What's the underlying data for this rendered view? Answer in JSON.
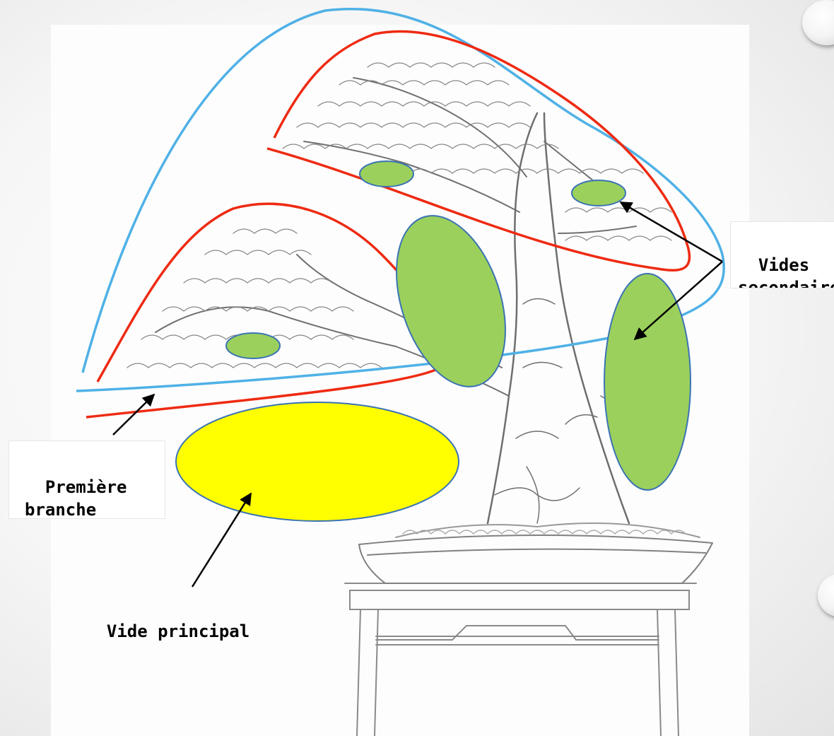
{
  "labels": {
    "premiere_branche": "Première\nbranche",
    "vides_secondaires": "Vides\nsecondaires",
    "vide_principal": "Vide principal"
  },
  "colors": {
    "canopy_outline": "#4fb1e6",
    "foliage_outline": "#ee2a12",
    "secondary_void_fill": "#9bd05c",
    "main_void_fill": "#ffff00",
    "void_stroke": "#3a73b4",
    "arrow": "#000000"
  },
  "illustration": "bonsai-pencil-sketch"
}
